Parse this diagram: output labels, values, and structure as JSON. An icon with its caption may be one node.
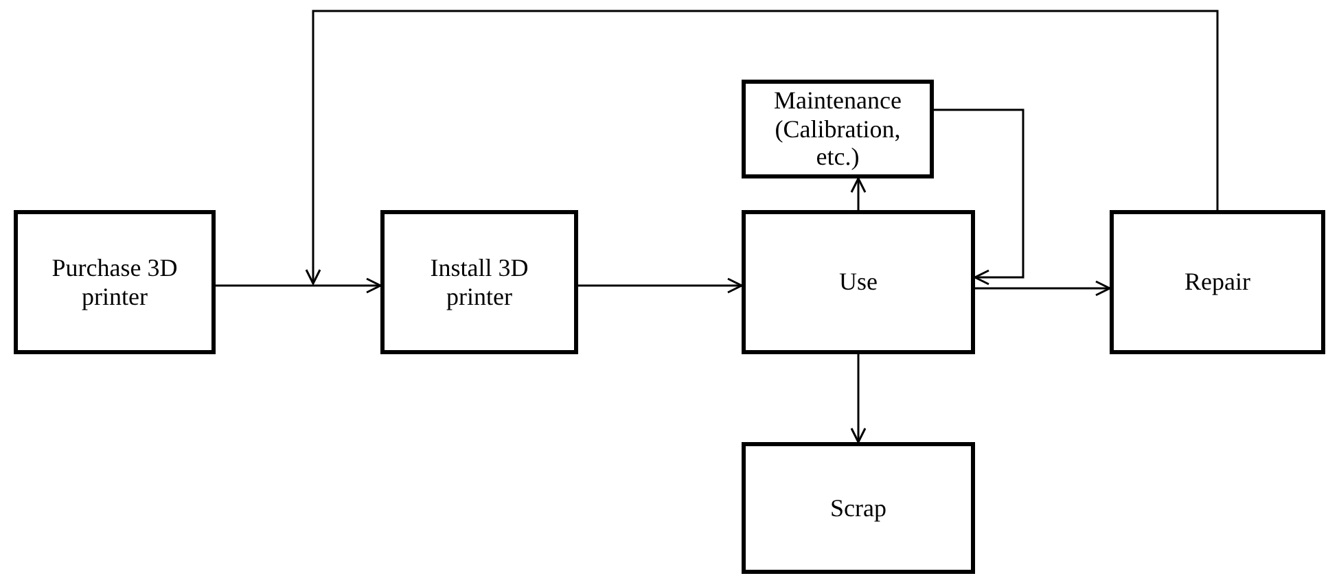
{
  "diagram": {
    "nodes": [
      {
        "text": [
          "Purchase 3D printer"
        ]
      },
      {
        "text": [
          "Install 3D printer"
        ]
      },
      {
        "text": [
          "Use"
        ]
      },
      {
        "text": [
          "Maintenance (Calibration, etc.)"
        ]
      },
      {
        "text": [
          "Repair"
        ]
      },
      {
        "text": [
          "Scrap"
        ]
      }
    ],
    "edges": [
      {
        "from": 0,
        "to": 1,
        "arrow": "to"
      },
      {
        "from": 1,
        "to": 2,
        "arrow": "to"
      },
      {
        "from": 2,
        "to": 3,
        "arrow": "to"
      },
      {
        "from": 3,
        "to": 2,
        "arrow": "to"
      },
      {
        "from": 2,
        "to": 4,
        "arrow": "to"
      },
      {
        "from": 2,
        "to": 5,
        "arrow": "to"
      },
      {
        "from": 4,
        "to": 1,
        "arrow": "to"
      }
    ]
  }
}
